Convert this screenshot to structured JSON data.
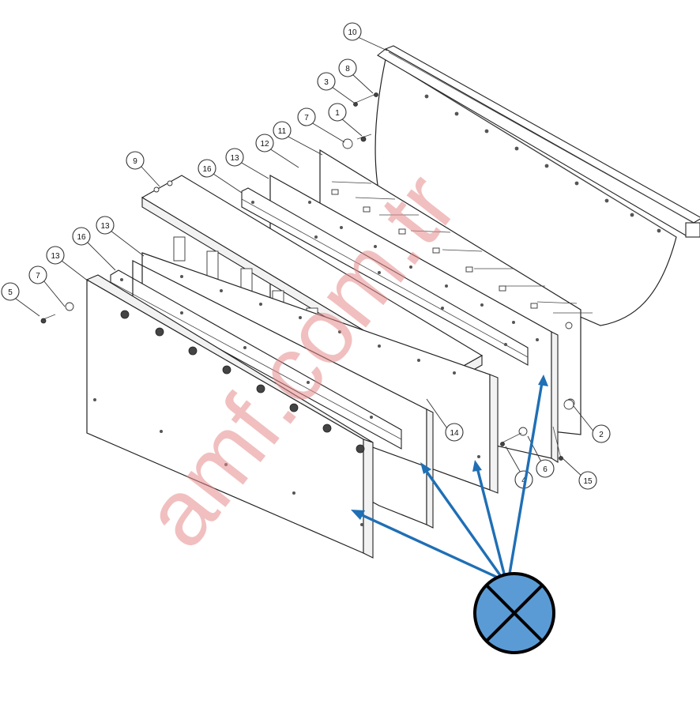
{
  "diagram": {
    "callouts": [
      {
        "id": "c10",
        "label": "10"
      },
      {
        "id": "c8",
        "label": "8"
      },
      {
        "id": "c3",
        "label": "3"
      },
      {
        "id": "c1",
        "label": "1"
      },
      {
        "id": "c7a",
        "label": "7"
      },
      {
        "id": "c11",
        "label": "11"
      },
      {
        "id": "c12",
        "label": "12"
      },
      {
        "id": "c13a",
        "label": "13"
      },
      {
        "id": "c16a",
        "label": "16"
      },
      {
        "id": "c9",
        "label": "9"
      },
      {
        "id": "c13b",
        "label": "13"
      },
      {
        "id": "c16b",
        "label": "16"
      },
      {
        "id": "c13c",
        "label": "13"
      },
      {
        "id": "c7b",
        "label": "7"
      },
      {
        "id": "c5",
        "label": "5"
      },
      {
        "id": "c14",
        "label": "14"
      },
      {
        "id": "c2",
        "label": "2"
      },
      {
        "id": "c6",
        "label": "6"
      },
      {
        "id": "c4",
        "label": "4"
      },
      {
        "id": "c15",
        "label": "15"
      }
    ],
    "watermark": "amf.com.tr",
    "symbol": {
      "name": "crossed-circle",
      "fill": "#5b9bd5",
      "stroke": "#000000"
    },
    "arrow_color": "#1f6fb5"
  }
}
